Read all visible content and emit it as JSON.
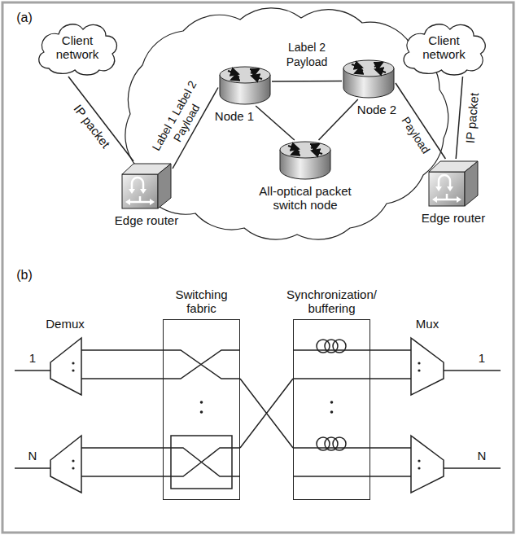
{
  "diagram": {
    "nodes": [
      {
        "text": [
          "Client network"
        ]
      },
      {
        "text": [
          "Edge router"
        ]
      },
      {
        "text": [
          "Node 1"
        ]
      },
      {
        "text": [
          "Node 2"
        ]
      },
      {
        "text": [
          "All-optical packet switch node"
        ]
      },
      {
        "text": [
          "Edge router"
        ]
      },
      {
        "text": [
          "Client network"
        ]
      },
      {
        "text": [
          "Switching fabric"
        ]
      },
      {
        "text": [
          "Synchronization/ buffering"
        ]
      }
    ],
    "edges": [
      {
        "from": 0,
        "to": 1,
        "arrow": "none"
      },
      {
        "from": 1,
        "to": 2,
        "arrow": "none"
      },
      {
        "from": 2,
        "to": 3,
        "arrow": "none"
      },
      {
        "from": 2,
        "to": 4,
        "arrow": "none"
      },
      {
        "from": 3,
        "to": 4,
        "arrow": "none"
      },
      {
        "from": 3,
        "to": 5,
        "arrow": "none"
      },
      {
        "from": 5,
        "to": 6,
        "arrow": "none"
      },
      {
        "from": 7,
        "to": 8,
        "arrow": "none"
      }
    ],
    "labels": [
      "(a)",
      "IP packet",
      "Label 1 Label 2",
      "Payload",
      "Label 2",
      "Payload",
      "Payload",
      "IP packet",
      "(b)",
      "Demux",
      "1",
      "N",
      "Mux",
      "1",
      "N"
    ]
  }
}
